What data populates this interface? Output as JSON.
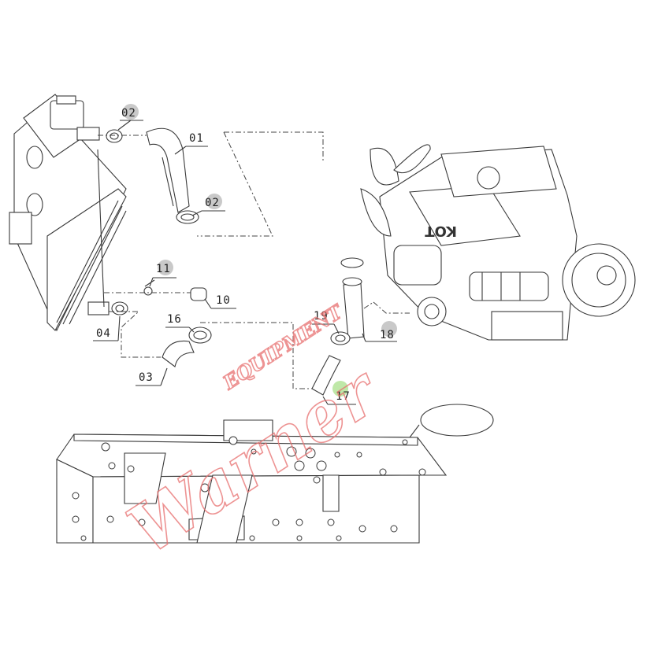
{
  "diagram": {
    "callouts": [
      {
        "id": "label-02-top",
        "text": "02",
        "highlight": "gray"
      },
      {
        "id": "label-01",
        "text": "01",
        "highlight": "none"
      },
      {
        "id": "label-02-lower",
        "text": "02",
        "highlight": "gray"
      },
      {
        "id": "label-11",
        "text": "11",
        "highlight": "gray"
      },
      {
        "id": "label-10",
        "text": "10",
        "highlight": "none"
      },
      {
        "id": "label-16",
        "text": "16",
        "highlight": "none"
      },
      {
        "id": "label-04",
        "text": "04",
        "highlight": "none"
      },
      {
        "id": "label-03",
        "text": "03",
        "highlight": "none"
      },
      {
        "id": "label-19",
        "text": "19",
        "highlight": "none"
      },
      {
        "id": "label-18",
        "text": "18",
        "highlight": "gray"
      },
      {
        "id": "label-17",
        "text": "17",
        "highlight": "green"
      }
    ],
    "engine_text": "KOT",
    "watermark": {
      "brand": "Warner",
      "subtitle": "EQUIPMENT"
    },
    "colors": {
      "line": "#3a3a3a",
      "gray_highlight": "#c9c9c9",
      "green_highlight": "#bfe8a8",
      "watermark": "#e8706f"
    }
  }
}
